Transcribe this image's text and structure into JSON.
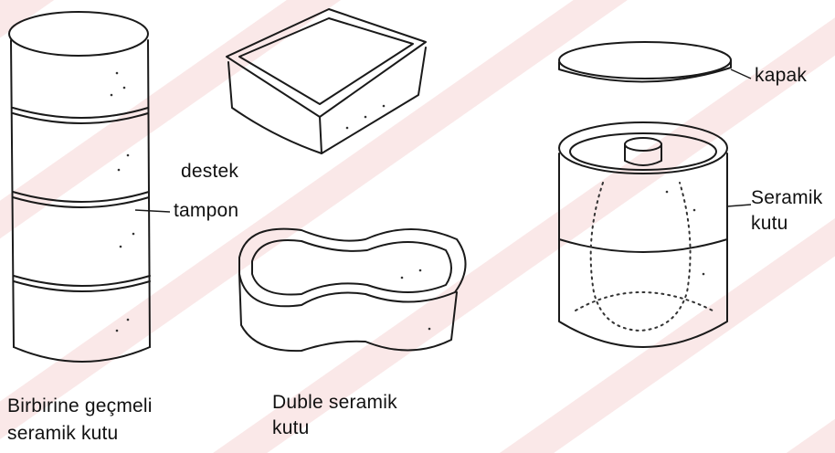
{
  "labels": {
    "destek": "destek",
    "tampon": "tampon",
    "kapak": "kapak",
    "seramik_1": "Seramik",
    "seramik_2": "kutu",
    "stack_1": "Birbirine geçmeli",
    "stack_2": "seramik kutu",
    "duble_1": "Duble seramik",
    "duble_2": "kutu"
  },
  "colors": {
    "ink": "#1a1a1a",
    "watermark": "#f3c9c9"
  }
}
